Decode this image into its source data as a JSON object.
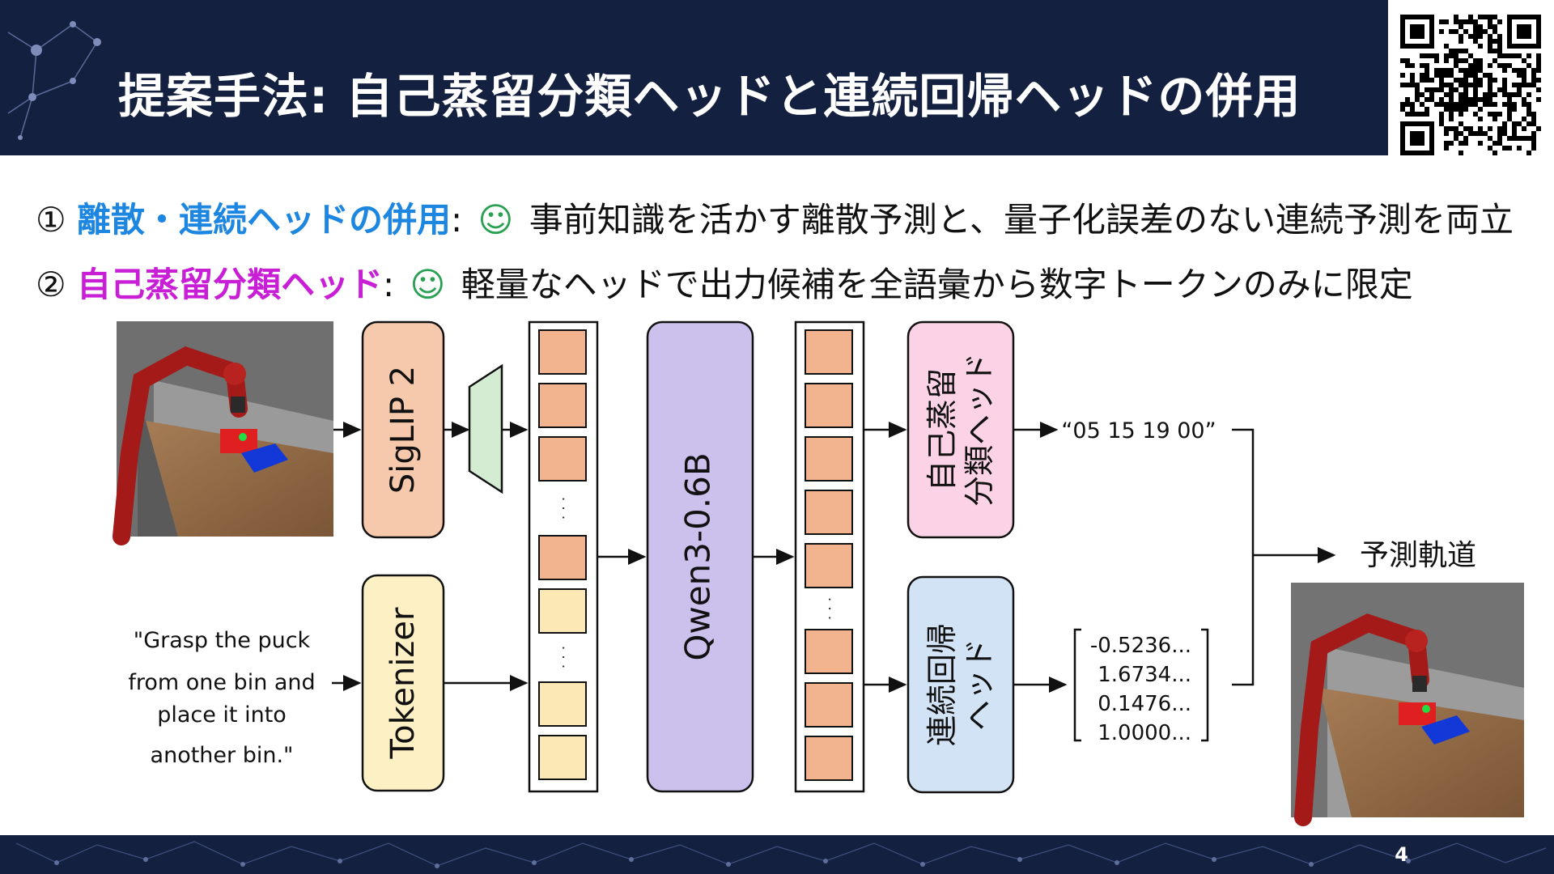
{
  "title": "提案手法: 自己蒸留分類ヘッドと連続回帰ヘッドの併用",
  "page_number": "4",
  "bullets": [
    {
      "marker": "①",
      "keyword": "離散・連続ヘッドの併用",
      "sep": ":",
      "smile": "☺",
      "text": "事前知識を活かす離散予測と、量子化誤差のない連続予測を両立",
      "color": "#1c86e0"
    },
    {
      "marker": "②",
      "keyword": "自己蒸留分類ヘッド",
      "sep": ":",
      "smile": "☺",
      "text": "軽量なヘッドで出力候補を全語彙から数字トークンのみに限定",
      "color": "#c81ed6"
    }
  ],
  "diagram": {
    "siglip_label": "SigLIP 2",
    "tokenizer_label": "Tokenizer",
    "qwen_label": "Qwen3-0.6B",
    "cls_head_label": [
      "自己蒸留",
      "分類ヘッド"
    ],
    "reg_head_label": [
      "連続回帰",
      "ヘッド"
    ],
    "instruction_lines": [
      "\"Grasp the puck",
      "from one bin  and",
      "place it into",
      "another bin.\""
    ],
    "cls_output": "“05 15 19 00”",
    "reg_output": [
      "-0.5236...",
      "1.6734...",
      "0.1476...",
      "1.0000..."
    ],
    "result_label": "予測軌道",
    "ellipsis": "· · ·",
    "colors": {
      "siglip": "#f6c9ad",
      "tokenizer": "#fdf0c4",
      "qwen": "#ccc0ec",
      "cls_head": "#fcd3e6",
      "reg_head": "#d3e3f6",
      "projector": "#d4ecd2",
      "token_image": "#f1b48f",
      "token_text": "#fbe8b5",
      "header": "#14203f"
    }
  }
}
